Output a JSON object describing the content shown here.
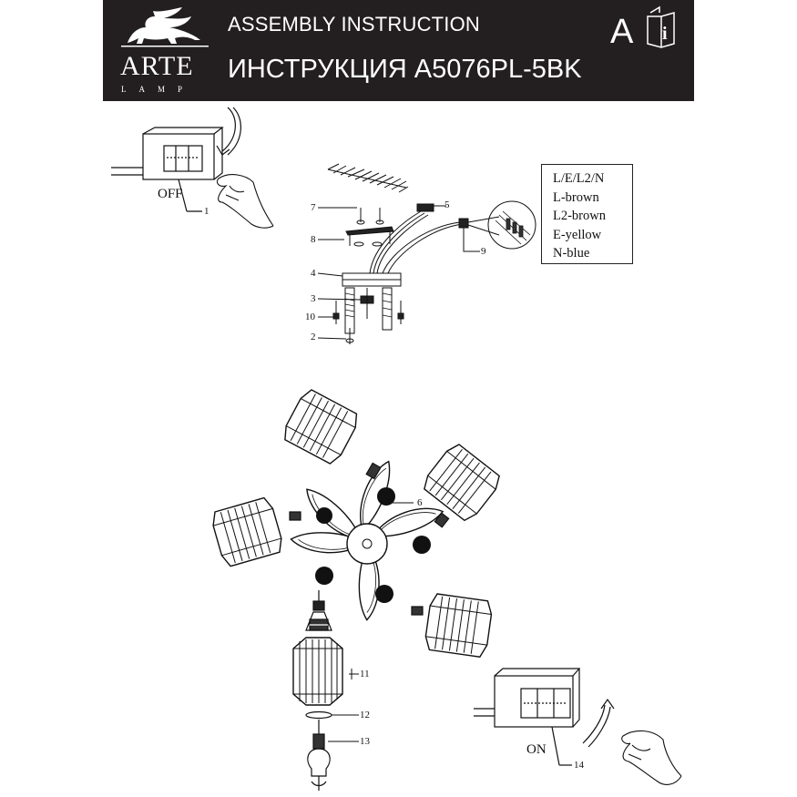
{
  "header": {
    "title_en": "ASSEMBLY INSTRUCTION",
    "title_ru": "ИНСТРУКЦИЯ A5076PL-5BK",
    "brand": "ARTE",
    "brand_sub": "LAMP",
    "section_letter": "A"
  },
  "wiring_legend": [
    "L/E/L2/N",
    "L-brown",
    "L2-brown",
    "E-yellow",
    "N-blue"
  ],
  "switch_off_label": "OFF",
  "switch_on_label": "ON",
  "callouts": {
    "c1": "1",
    "c2": "2",
    "c3": "3",
    "c4": "4",
    "c5": "5",
    "c6": "6",
    "c7": "7",
    "c8": "8",
    "c9": "9",
    "c10": "10",
    "c11": "11",
    "c12": "12",
    "c13": "13",
    "c14": "14"
  },
  "icons": [
    "griffin-logo-icon",
    "info-book-icon",
    "hand-icon",
    "curved-arrow-icon",
    "screwdriver-icon",
    "bulb-icon"
  ]
}
